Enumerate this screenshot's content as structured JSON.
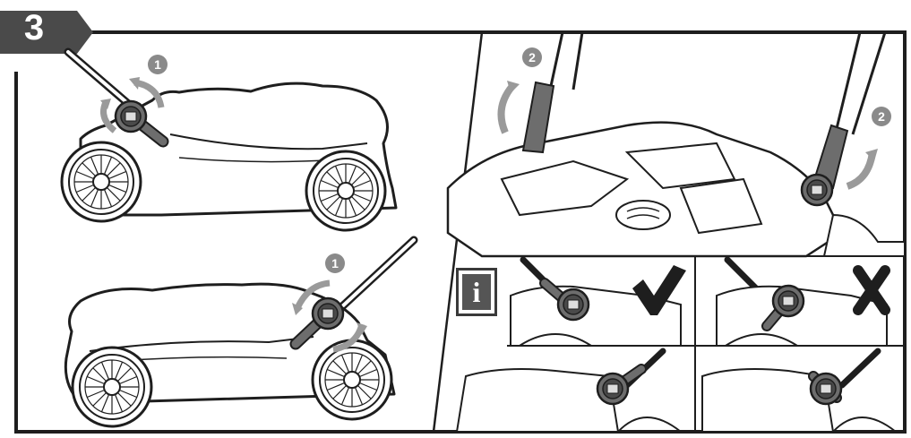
{
  "step": {
    "number": "3"
  },
  "callouts": [
    {
      "label": "1"
    },
    {
      "label": "1"
    },
    {
      "label": "2"
    },
    {
      "label": "2"
    }
  ],
  "info_icon": {
    "letter": "i",
    "name": "info-icon"
  },
  "status_marks": [
    {
      "name": "check-icon",
      "meaning": "correct"
    },
    {
      "name": "cross-icon",
      "meaning": "incorrect"
    }
  ],
  "colors": {
    "line": "#1e1e1e",
    "badge": "#4a4a4a",
    "callout": "#8a8a8a",
    "arrow": "#9a9a9a"
  }
}
